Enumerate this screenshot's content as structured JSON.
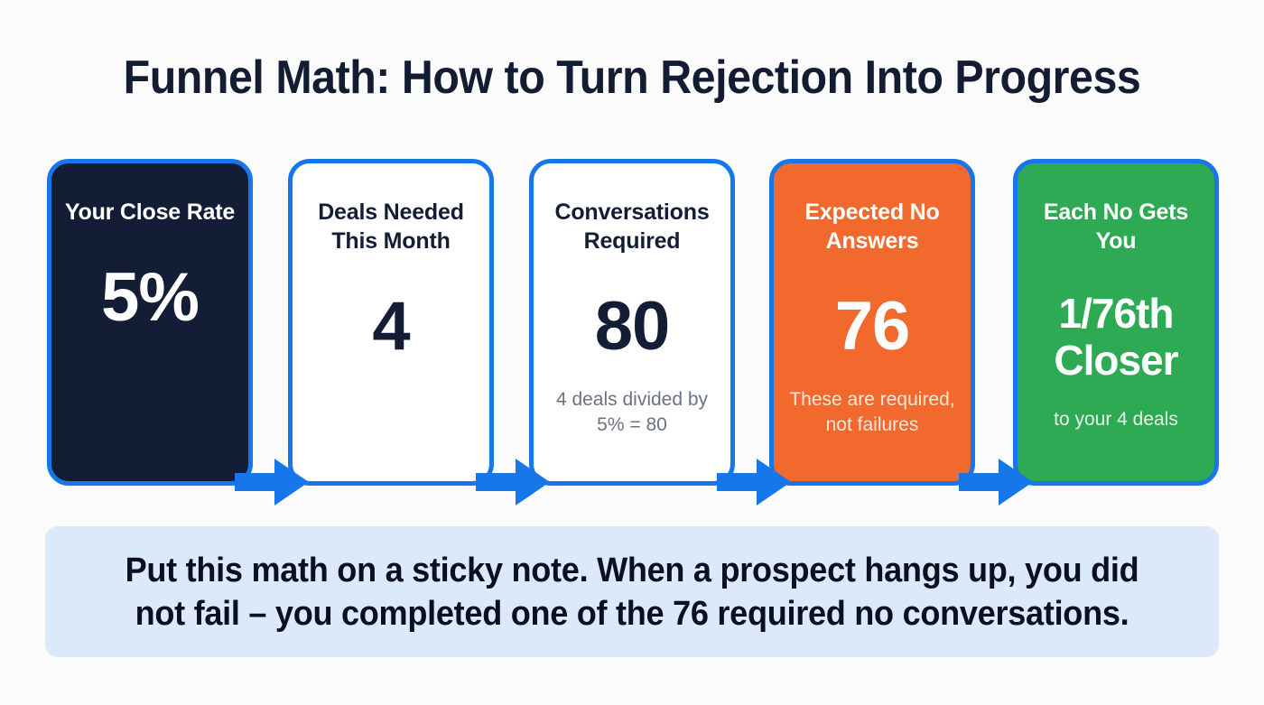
{
  "page": {
    "title": "Funnel Math: How to Turn Rejection Into Progress",
    "background_color": "#fbfbfc",
    "accent_color": "#1877e8"
  },
  "funnel": {
    "cards": [
      {
        "heading": "Your Close Rate",
        "value": "5%",
        "note": "",
        "fill_color": "#131d35",
        "border_color": "#1877e8",
        "theme": "dark"
      },
      {
        "heading": "Deals Needed This Month",
        "value": "4",
        "note": "",
        "fill_color": "#ffffff",
        "border_color": "#1877e8",
        "theme": "light"
      },
      {
        "heading": "Conversations Required",
        "value": "80",
        "note": "4 deals divided by 5% = 80",
        "fill_color": "#ffffff",
        "border_color": "#1877e8",
        "theme": "light"
      },
      {
        "heading": "Expected No Answers",
        "value": "76",
        "note": "These are required, not failures",
        "fill_color": "#f2692e",
        "border_color": "#1877e8",
        "theme": "orange"
      },
      {
        "heading": "Each No Gets You",
        "value": "1/76th Closer",
        "note": "to your 4 deals",
        "fill_color": "#2eaa54",
        "border_color": "#1877e8",
        "theme": "green"
      }
    ],
    "connectors": [
      {
        "icon": "arrow-right-icon",
        "color": "#1877e8"
      },
      {
        "icon": "arrow-right-icon",
        "color": "#1877e8"
      },
      {
        "icon": "arrow-right-icon",
        "color": "#1877e8"
      },
      {
        "icon": "arrow-right-icon",
        "color": "#1877e8"
      }
    ]
  },
  "callout": {
    "text": "Put this math on a sticky note. When a prospect hangs up, you did not fail – you completed one of the 76 required no conversations.",
    "background_color": "#dce9f9"
  }
}
